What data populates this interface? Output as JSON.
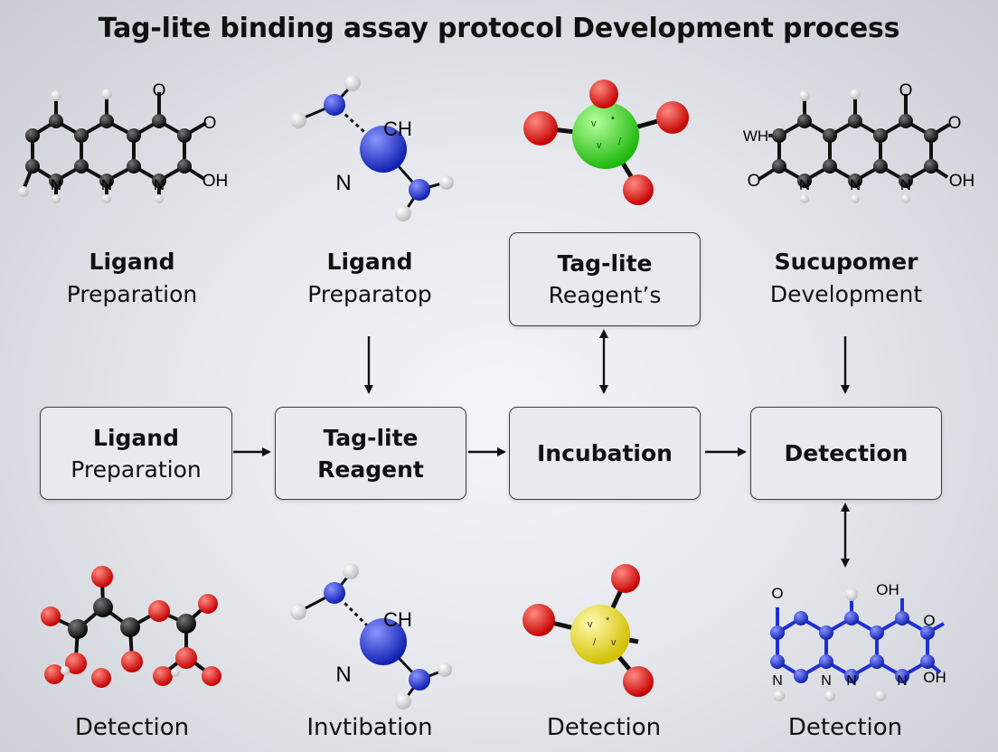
{
  "title": "Tag-lite binding assay protocol Development process",
  "top_labels": [
    {
      "bold": "Ligand",
      "normal": "Preparation"
    },
    {
      "bold": "Ligand",
      "normal": "Preparatop"
    },
    {
      "bold": "Tag-lite",
      "normal": "Reagent’s"
    },
    {
      "bold": "Sucupomer",
      "normal": "Development"
    }
  ],
  "process_boxes": [
    {
      "line1": "Ligand",
      "line2": "Preparation"
    },
    {
      "line1": "Tag-lite",
      "line2": "Reagent"
    },
    {
      "line1": "Incubation"
    },
    {
      "line1": "Detection"
    }
  ],
  "bottom_captions": [
    "Detection",
    "Invtibation",
    "Detection",
    "Detection"
  ],
  "atom_labels": {
    "top_left": [
      "O",
      "O",
      "OH",
      "N",
      "N",
      "N"
    ],
    "top_second": [
      "CH",
      "N"
    ],
    "top_right": [
      "O",
      "O",
      "OH",
      "WH",
      "O",
      "N",
      "N",
      "N"
    ],
    "bottom_second": [
      "CH",
      "N"
    ],
    "bottom_right": [
      "O",
      "OH",
      "O",
      "OH",
      "N",
      "N",
      "N",
      "N"
    ]
  },
  "colors": {
    "carbon": "#111111",
    "oxygen": "#e01515",
    "hydrogen": "#ffffff",
    "nitrogen": "#1f2fd6",
    "green_atom": "#35dd20",
    "yellow_atom": "#f2e51a",
    "box_border": "#3d3d3d"
  }
}
